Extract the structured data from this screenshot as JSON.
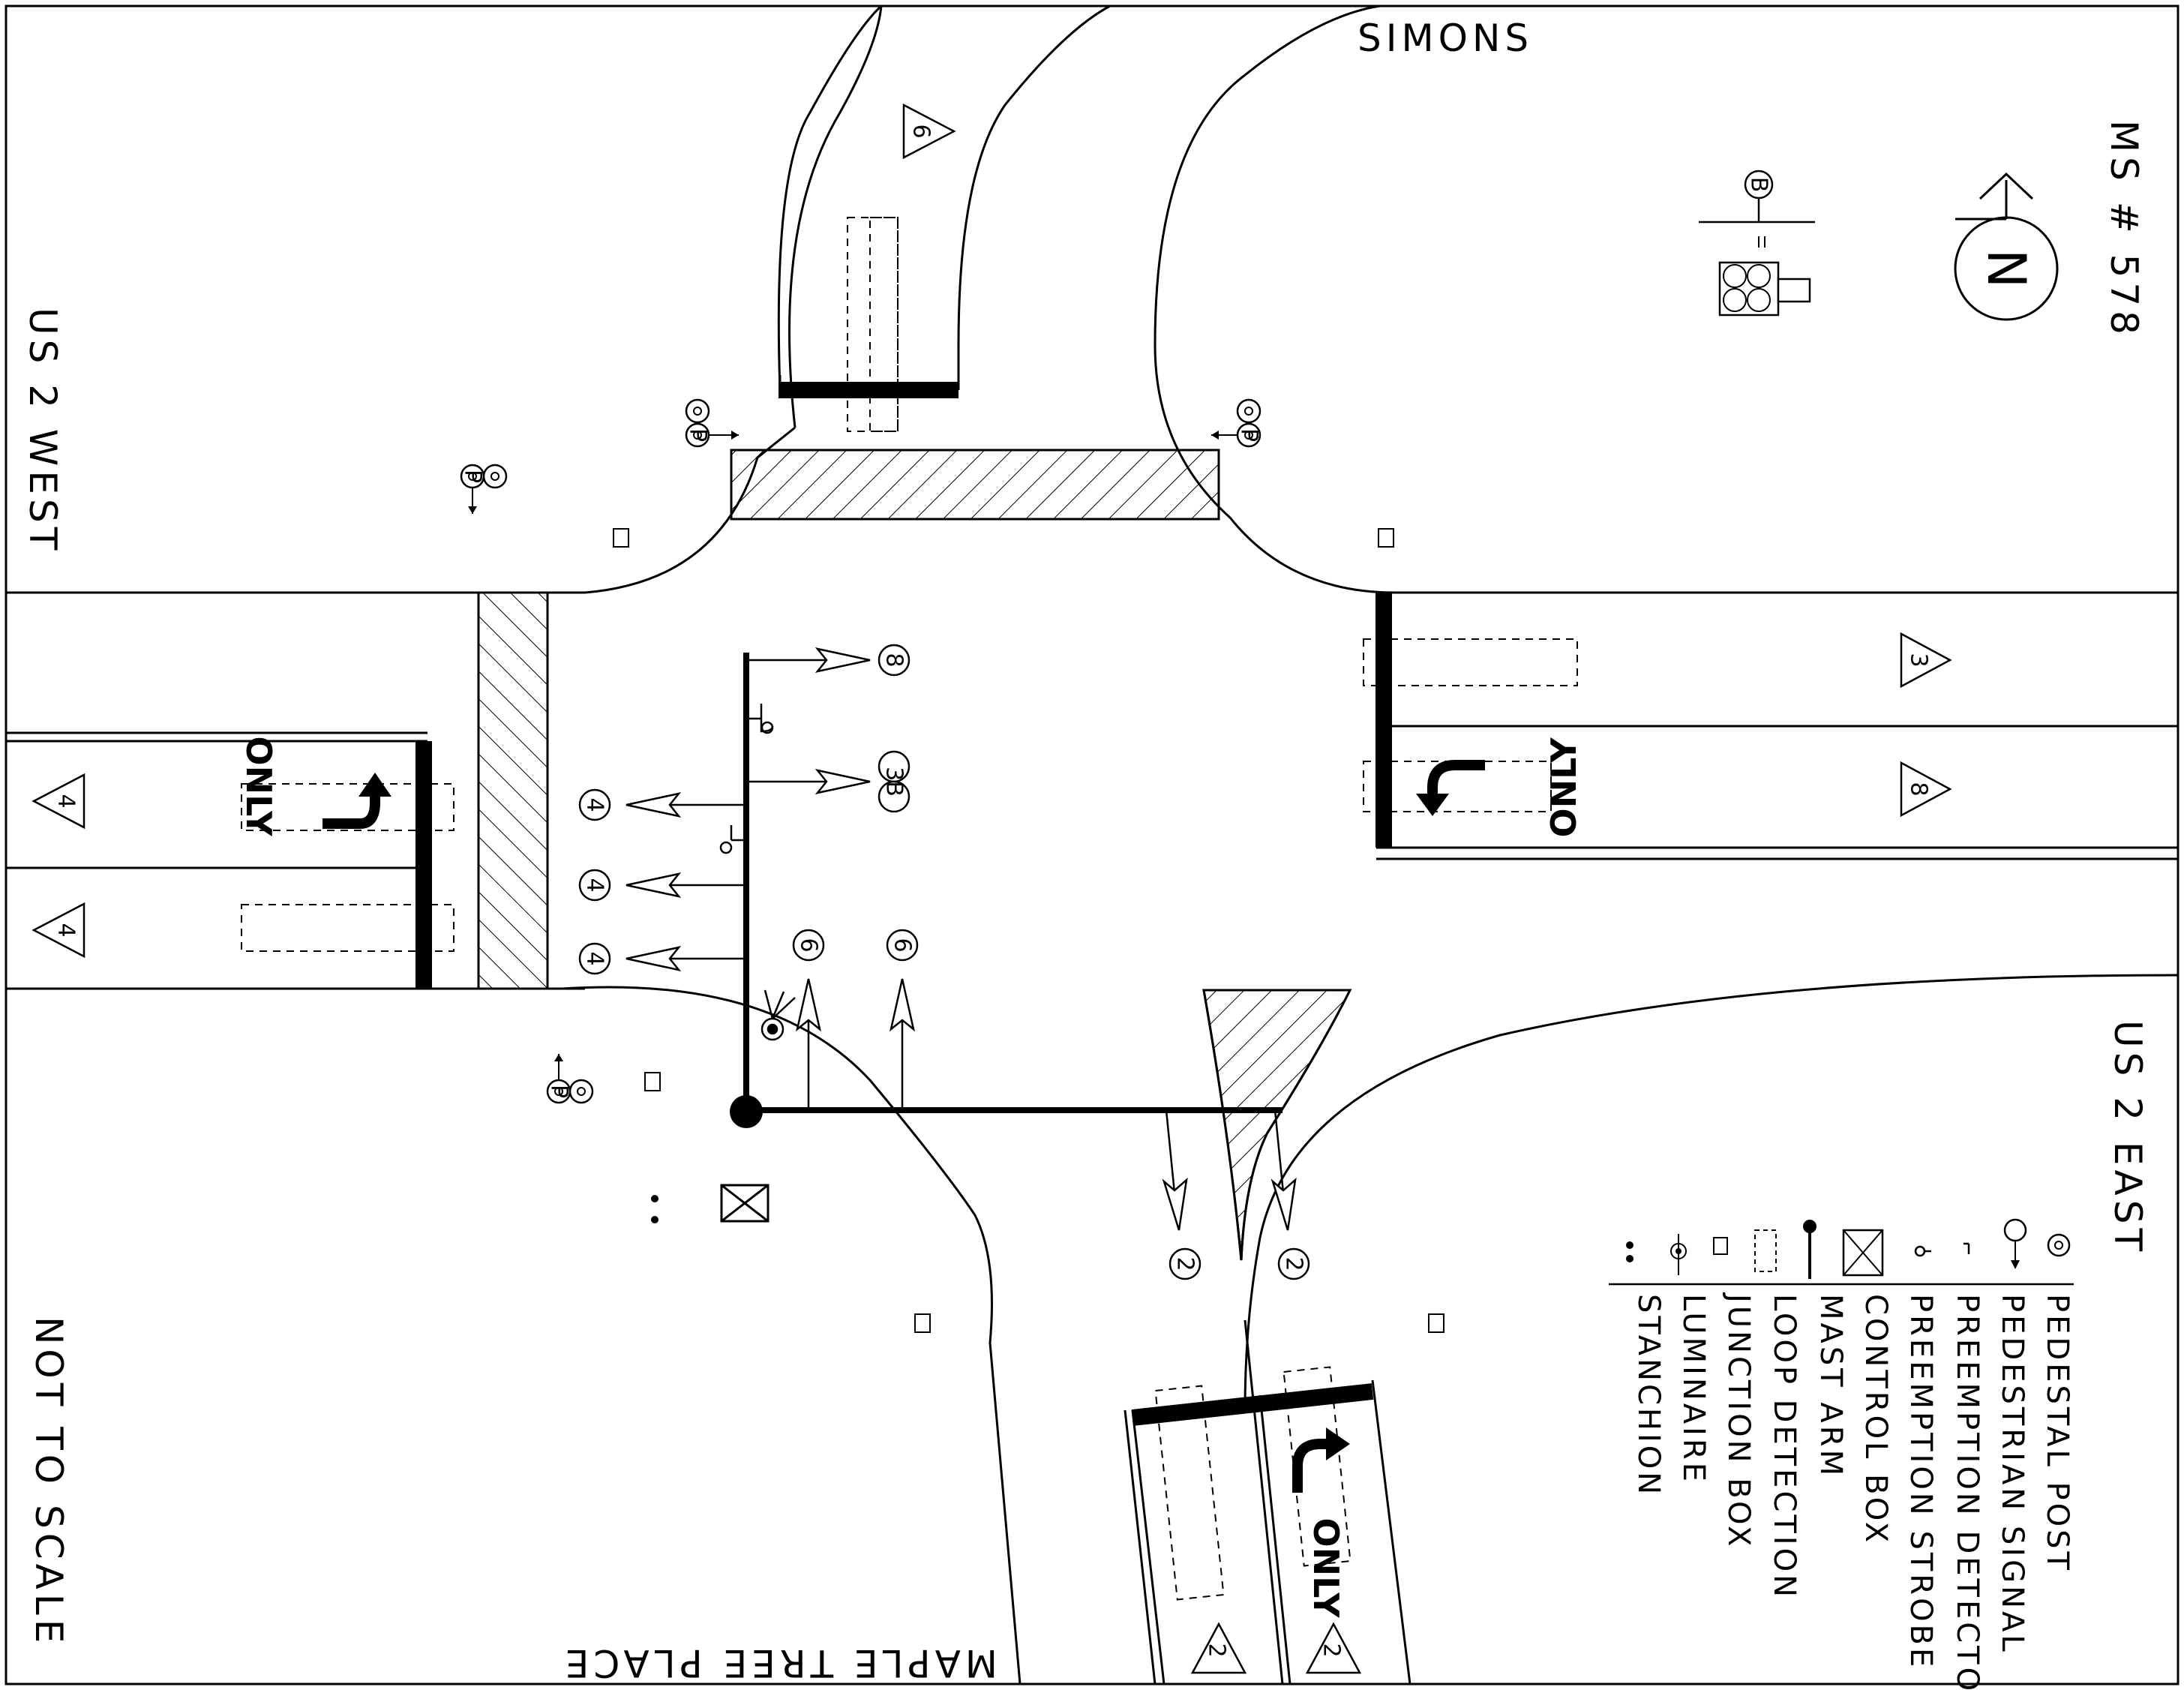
{
  "title": "MS # 578",
  "north_label": "N",
  "scale_note": "NOT TO SCALE",
  "signal_head_note": "B",
  "streets": {
    "north": "SIMONS",
    "west": "US 2 WEST",
    "east": "US 2 EAST",
    "south": "MAPLE TREE PLACE"
  },
  "pavement_marking": "ONLY",
  "signal_heads": {
    "phase_8": "8",
    "phase_3b": "3B",
    "phase_4": "4",
    "phase_6": "6",
    "phase_2": "2"
  },
  "lane_phases": {
    "north_approach": "6",
    "east_upper": "3",
    "east_lower": "8",
    "west_upper": "4",
    "west_lower": "4",
    "south_left": "2",
    "south_right": "2"
  },
  "pedestrian": {
    "pushbutton": "P"
  },
  "legend": [
    {
      "icon": "pedestal-post-icon",
      "label": "PEDESTAL POST"
    },
    {
      "icon": "pedestrian-signal-icon",
      "label": "PEDESTRIAN SIGNAL"
    },
    {
      "icon": "preemption-detector-icon",
      "label": "PREEMPTION DETECTOR"
    },
    {
      "icon": "preemption-strobe-icon",
      "label": "PREEMPTION STROBE"
    },
    {
      "icon": "control-box-icon",
      "label": "CONTROL BOX"
    },
    {
      "icon": "mast-arm-icon",
      "label": "MAST ARM"
    },
    {
      "icon": "loop-detection-icon",
      "label": "LOOP DETECTION"
    },
    {
      "icon": "junction-box-icon",
      "label": "JUNCTION BOX"
    },
    {
      "icon": "luminaire-icon",
      "label": "LUMINAIRE"
    },
    {
      "icon": "stanchion-icon",
      "label": "STANCHION"
    }
  ]
}
